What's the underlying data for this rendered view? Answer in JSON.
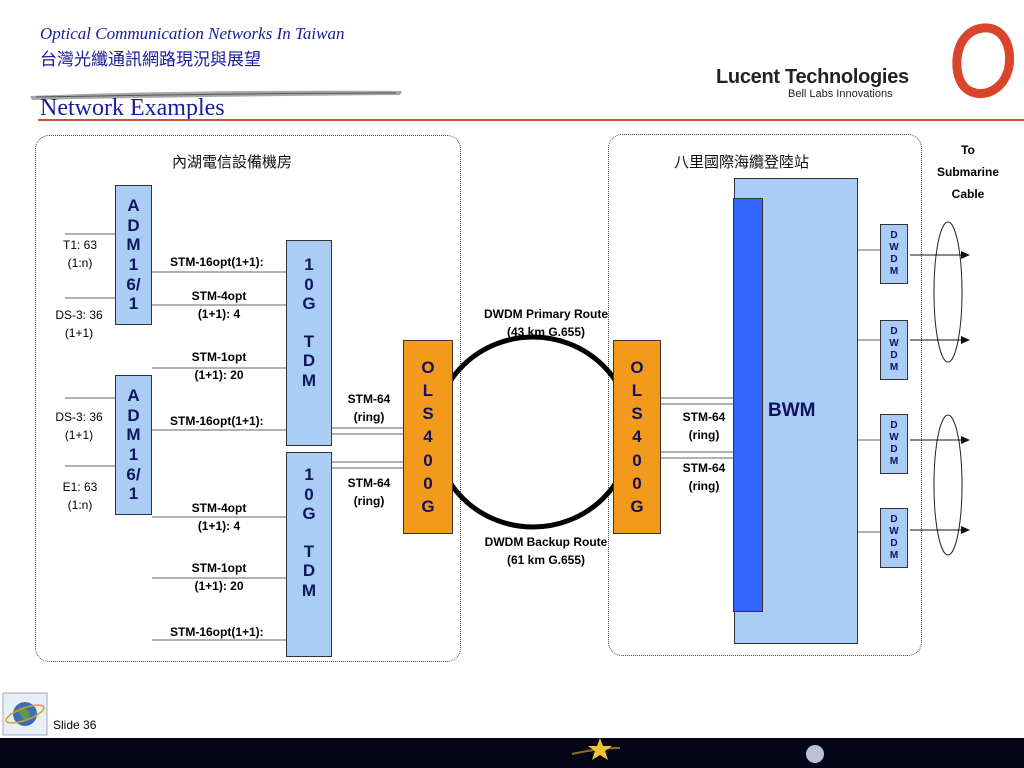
{
  "header": {
    "title_en": "Optical Communication Networks In Taiwan",
    "title_zh": "台灣光纖通訊網路現況與展望",
    "section": "Network Examples",
    "brand_name": "Lucent Technologies",
    "brand_tagline": "Bell Labs Innovations"
  },
  "regions": {
    "left_title": "內湖電信設備機房",
    "right_title": "八里國際海纜登陸站"
  },
  "adm_top": {
    "letters": [
      "A",
      "D",
      "M",
      "1",
      "6/",
      "1"
    ]
  },
  "adm_bottom": {
    "letters": [
      "A",
      "D",
      "M",
      "1",
      "6/",
      "1"
    ]
  },
  "tdm_top": {
    "letters": [
      "1",
      "0",
      "G",
      "",
      "T",
      "D",
      "M"
    ]
  },
  "tdm_bottom": {
    "letters": [
      "1",
      "0",
      "G",
      "",
      "T",
      "D",
      "M"
    ]
  },
  "ols_left": {
    "letters": [
      "O",
      "L",
      "S",
      "4",
      "0",
      "0",
      "G"
    ]
  },
  "ols_right": {
    "letters": [
      "O",
      "L",
      "S",
      "4",
      "0",
      "0",
      "G"
    ]
  },
  "labels": {
    "t1": [
      "T1: 63",
      "(1:n)"
    ],
    "ds3_top": [
      "DS-3: 36",
      "(1+1)"
    ],
    "ds3_bottom": [
      "DS-3: 36",
      "(1+1)"
    ],
    "e1": [
      "E1: 63",
      "(1:n)"
    ],
    "stm16_a": "STM-16opt(1+1):",
    "stm4_a": [
      "STM-4opt",
      "(1+1): 4"
    ],
    "stm1_a": [
      "STM-1opt",
      "(1+1): 20"
    ],
    "stm16_b": "STM-16opt(1+1):",
    "stm4_b": [
      "STM-4opt",
      "(1+1): 4"
    ],
    "stm1_b": [
      "STM-1opt",
      "(1+1): 20"
    ],
    "stm16_c": "STM-16opt(1+1):",
    "stm64_l1": [
      "STM-64",
      "(ring)"
    ],
    "stm64_l2": [
      "STM-64",
      "(ring)"
    ],
    "stm64_r1": [
      "STM-64",
      "(ring)"
    ],
    "stm64_r2": [
      "STM-64",
      "(ring)"
    ],
    "primary_route": [
      "DWDM Primary Route",
      "(43 km G.655)"
    ],
    "backup_route": [
      "DWDM Backup Route",
      "(61 km G.655)"
    ]
  },
  "bwm": {
    "label": "BWM"
  },
  "dwdm": {
    "letters": [
      "D",
      "W",
      "D",
      "M"
    ]
  },
  "to_cable": [
    "To",
    "Submarine",
    "Cable"
  ],
  "footer": {
    "slide": "Slide 36"
  },
  "colors": {
    "accent": "#c8522e",
    "title": "#1a1a9c",
    "box_fill": "#a9cdf5",
    "ols_fill": "#f39a1c",
    "bwm_inner": "#3366ff"
  }
}
